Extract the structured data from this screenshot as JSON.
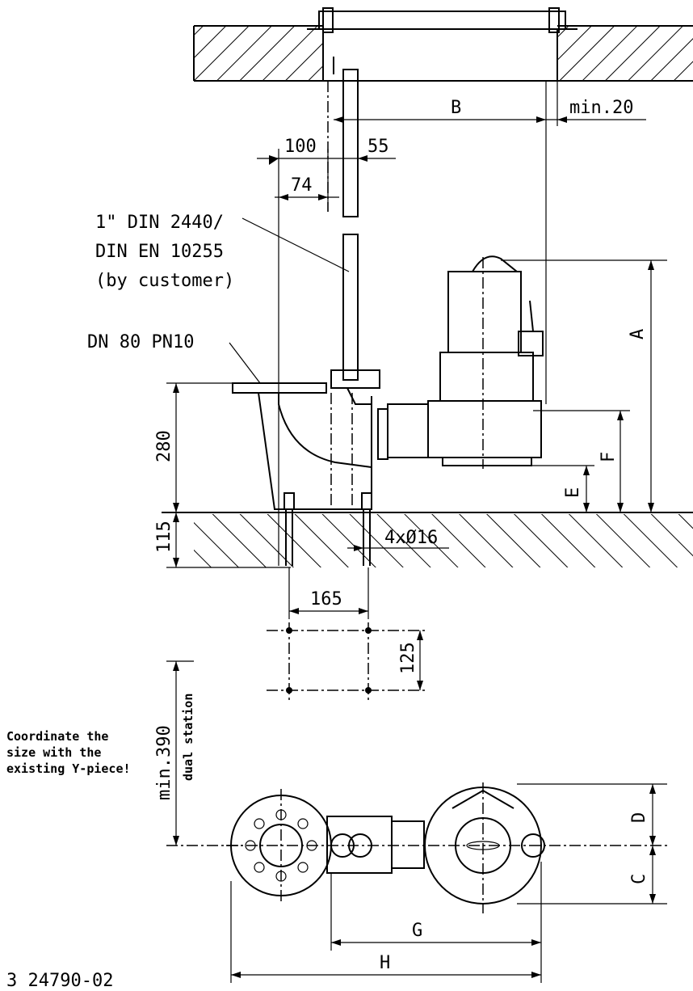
{
  "drawing": {
    "drawing_number": "3 24790-02",
    "dim_B": "B",
    "dim_min20": "min.20",
    "dim_100": "100",
    "dim_55": "55",
    "dim_74": "74",
    "pipe_label_1": "1\" DIN 2440/",
    "pipe_label_2": "DIN EN 10255",
    "pipe_label_3": "(by customer)",
    "flange_label": "DN 80 PN10",
    "dim_A": "A",
    "dim_280": "280",
    "dim_F": "F",
    "dim_E": "E",
    "dim_115": "115",
    "dim_bolts": "4xØ16",
    "dim_165": "165",
    "dim_125": "125",
    "dim_min390": "min.390",
    "dual_station": "dual station",
    "note_1": "Coordinate the",
    "note_2": "size with the",
    "note_3": "existing Y-piece!",
    "dim_D": "D",
    "dim_C": "C",
    "dim_G": "G",
    "dim_H": "H"
  }
}
